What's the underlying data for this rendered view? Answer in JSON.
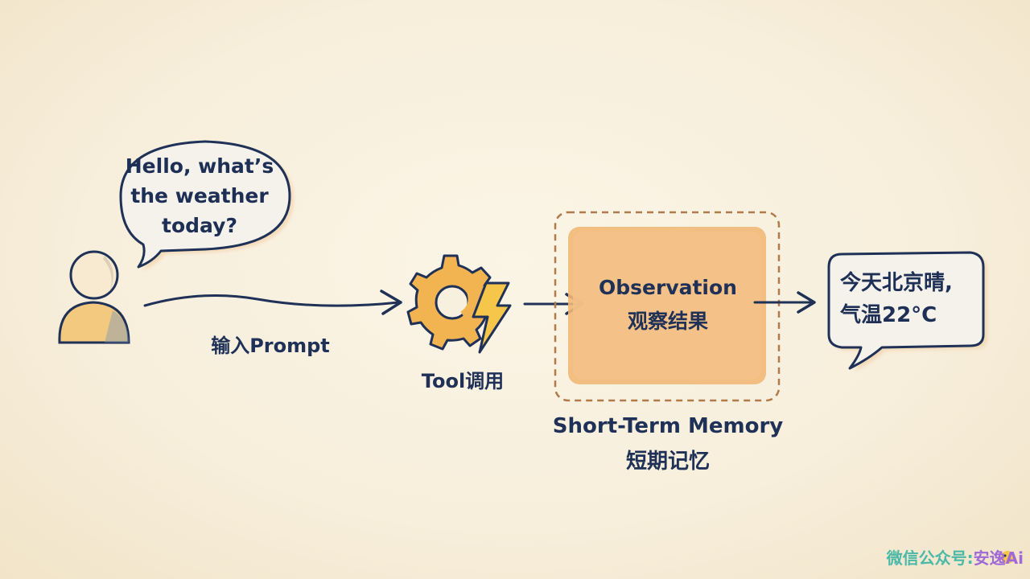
{
  "bubble_user": {
    "line1": "Hello, what’s",
    "line2": "the weather",
    "line3": "today?"
  },
  "flow": {
    "prompt_label": "输入Prompt",
    "tool_label": "Tool调用",
    "observation_title": "Observation",
    "observation_sub": "观察结果",
    "memory_title": "Short-Term Memory",
    "memory_sub": "短期记忆"
  },
  "bubble_reply": {
    "line1": "今天北京晴,",
    "line2": "气温22°C"
  },
  "watermark": {
    "prefix": "微信公众号:",
    "brand": "安逸Ai"
  },
  "colors": {
    "ink": "#1f3157",
    "gear": "#f2b451",
    "memory_fill": "#f3be80",
    "memory_border": "#c98a54"
  },
  "icons": [
    "user-icon",
    "gear-icon",
    "lightning-icon",
    "arrow-icon"
  ]
}
